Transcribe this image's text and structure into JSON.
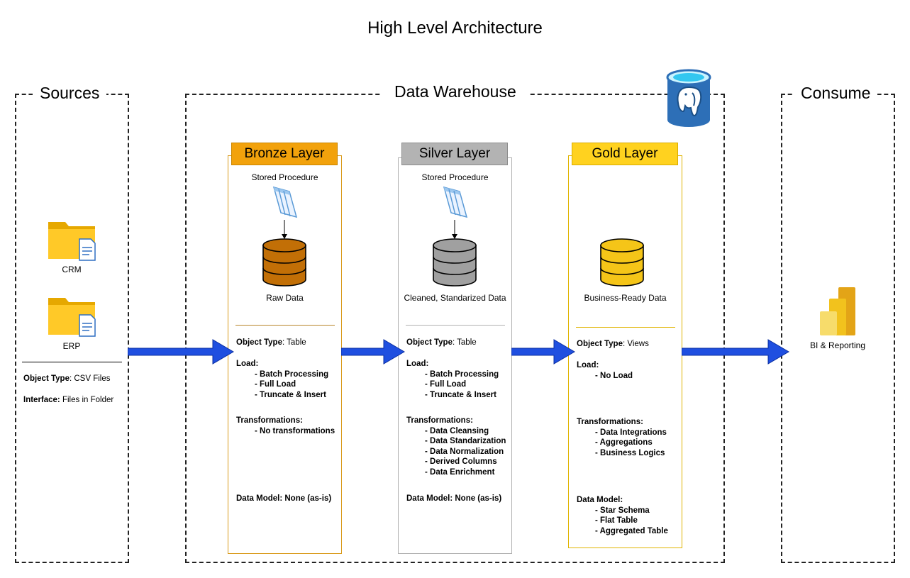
{
  "title": "High Level Architecture",
  "regions": {
    "sources": "Sources",
    "warehouse": "Data Warehouse",
    "consume": "Consume"
  },
  "sources": {
    "crm": "CRM",
    "erp": "ERP",
    "object_type_key": "Object Type",
    "object_type_value": ": CSV Files",
    "interface_key": "Interface:",
    "interface_value": " Files in Folder"
  },
  "layers": {
    "bronze": {
      "title": "Bronze Layer",
      "procedure": "Stored Procedure",
      "db_caption": "Raw Data",
      "object_type_key": "Object Type",
      "object_type_value": ": Table",
      "load_key": "Load:",
      "load_items": [
        "- Batch Processing",
        "- Full Load",
        "- Truncate & Insert"
      ],
      "transform_key": "Transformations:",
      "transform_items": [
        "- No transformations"
      ],
      "data_model": "Data Model: None (as-is)",
      "color": "#f2a20c",
      "db_color": "#c26f06"
    },
    "silver": {
      "title": "Silver Layer",
      "procedure": "Stored Procedure",
      "db_caption": "Cleaned, Standarized Data",
      "object_type_key": "Object Type",
      "object_type_value": ": Table",
      "load_key": "Load:",
      "load_items": [
        "- Batch Processing",
        "- Full Load",
        "- Truncate & Insert"
      ],
      "transform_key": "Transformations:",
      "transform_items": [
        "- Data Cleansing",
        "- Data Standarization",
        "- Data Normalization",
        "- Derived Columns",
        "- Data Enrichment"
      ],
      "data_model": "Data Model: None (as-is)",
      "color": "#b3b3b3",
      "db_color": "#a0a0a0"
    },
    "gold": {
      "title": "Gold Layer",
      "db_caption": "Business-Ready Data",
      "object_type_key": "Object Type",
      "object_type_value": ": Views",
      "load_key": "Load:",
      "load_items": [
        "- No Load"
      ],
      "transform_key": "Transformations:",
      "transform_items": [
        "- Data Integrations",
        "- Aggregations",
        "- Business Logics"
      ],
      "data_model_key": "Data Model:",
      "data_model_items": [
        "- Star Schema",
        "- Flat Table",
        "- Aggregated Table"
      ],
      "color": "#ffd21f",
      "db_color": "#f5c518"
    }
  },
  "consume": {
    "bi_label": "BI & Reporting"
  },
  "icons": {
    "folder": "folder-document-icon",
    "procedure": "stored-procedure-table-icon",
    "database": "database-cylinder-icon",
    "postgres": "postgresql-elephant-icon",
    "bi": "power-bi-icon",
    "arrow": "flow-arrow-icon"
  },
  "colors": {
    "arrow": "#1f4fe0",
    "postgres_blue": "#336791"
  }
}
